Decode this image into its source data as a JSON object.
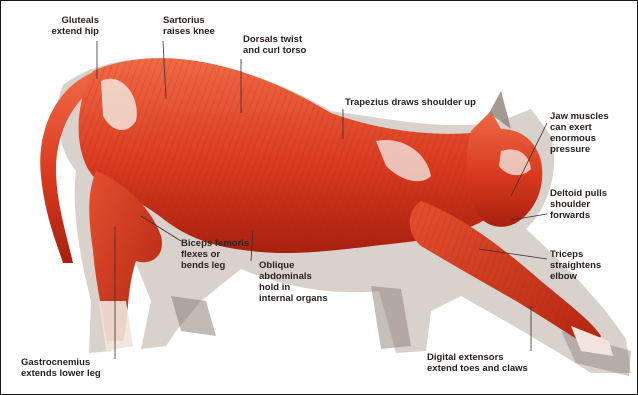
{
  "labels": {
    "gluteals": "Gluteals\nextend hip",
    "sartorius": "Sartorius\nraises knee",
    "dorsals": "Dorsals twist\nand curl torso",
    "trapezius": "Trapezius draws shoulder up",
    "jaw": "Jaw muscles\ncan exert\nenormous\npressure",
    "deltoid": "Deltoid pulls\nshoulder\nforwards",
    "triceps": "Triceps\nstraightens\nelbow",
    "biceps": "Biceps femoris\nflexes or\nbends leg",
    "oblique": "Oblique\nabdominals\nhold in\ninternal organs",
    "gastrocnemius": "Gastrocnemius\nextends lower leg",
    "digital": "Digital extensors\nextend toes and claws"
  },
  "colors": {
    "muscle": "#d93a1f",
    "muscle_dark": "#a8200f",
    "muscle_light": "#ef6a45",
    "tendon": "#f1e4dc",
    "fur": "#8e8178",
    "fur_light": "#b8aca2",
    "leader": "#3a2e2a"
  }
}
